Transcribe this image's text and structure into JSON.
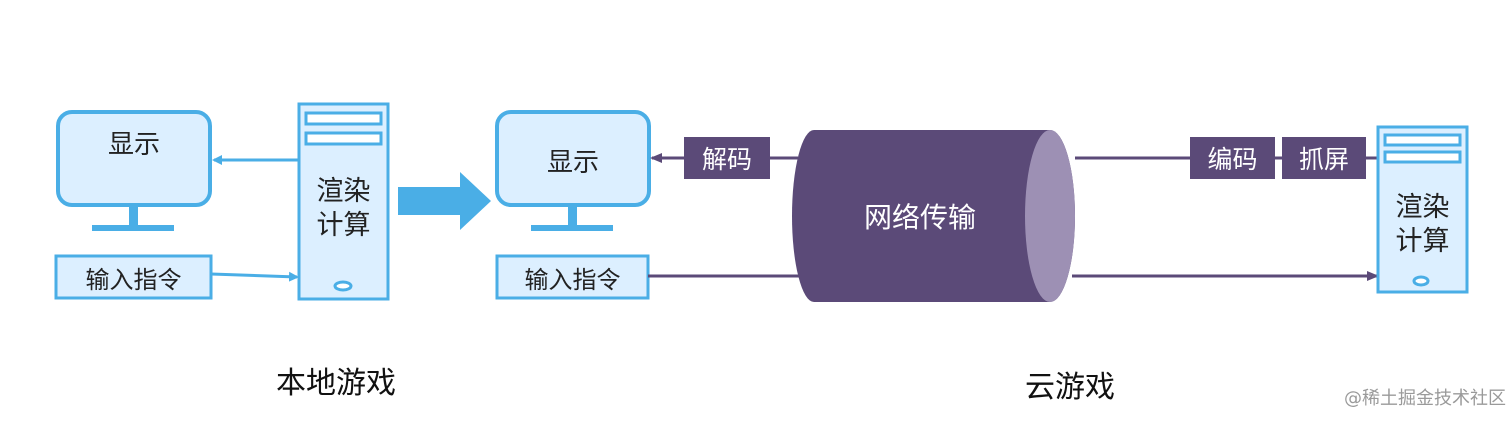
{
  "local": {
    "display_label": "显示",
    "input_label": "输入指令",
    "compute_label_1": "渲染",
    "compute_label_2": "计算",
    "caption": "本地游戏"
  },
  "cloud": {
    "display_label": "显示",
    "input_label": "输入指令",
    "decode_label": "解码",
    "network_label": "网络传输",
    "encode_label": "编码",
    "capture_label": "抓屏",
    "compute_label_1": "渲染",
    "compute_label_2": "计算",
    "caption": "云游戏"
  },
  "watermark": "@稀土掘金技术社区",
  "colors": {
    "box_fill": "#dcefff",
    "box_stroke": "#4aaee6",
    "local_arrow": "#4aaee6",
    "big_arrow": "#4aaee6",
    "cloud_arrow": "#5b4a78",
    "tag_fill": "#5b4a78",
    "cylinder_fill": "#5b4a78",
    "cylinder_end": "#9d90b4"
  }
}
